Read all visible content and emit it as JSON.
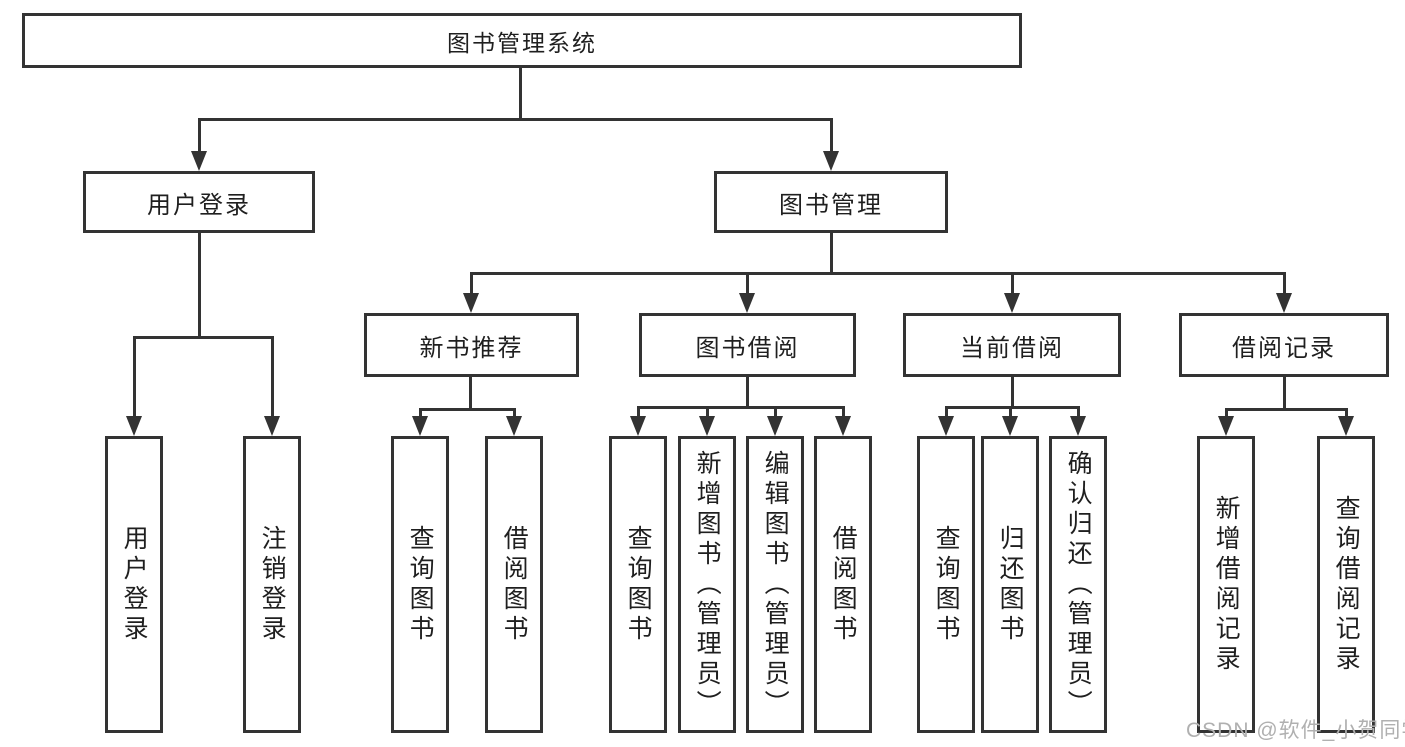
{
  "tree": {
    "root": {
      "label": "图书管理系统"
    },
    "branches": [
      {
        "label": "用户登录",
        "children": [
          {
            "label": "用户登录"
          },
          {
            "label": "注销登录"
          }
        ]
      },
      {
        "label": "图书管理",
        "children": [
          {
            "label": "新书推荐",
            "children": [
              {
                "label": "查询图书"
              },
              {
                "label": "借阅图书"
              }
            ]
          },
          {
            "label": "图书借阅",
            "children": [
              {
                "label": "查询图书"
              },
              {
                "label": "新增图书（管理员）"
              },
              {
                "label": "编辑图书（管理员）"
              },
              {
                "label": "借阅图书"
              }
            ]
          },
          {
            "label": "当前借阅",
            "children": [
              {
                "label": "查询图书"
              },
              {
                "label": "归还图书"
              },
              {
                "label": "确认归还（管理员）"
              }
            ]
          },
          {
            "label": "借阅记录",
            "children": [
              {
                "label": "新增借阅记录"
              },
              {
                "label": "查询借阅记录"
              }
            ]
          }
        ]
      }
    ]
  },
  "watermark": {
    "text": "CSDN @软件_小贺同学"
  },
  "colors": {
    "line": "#333333",
    "box_border": "#333333",
    "text": "#1f1f1f",
    "background": "#ffffff",
    "watermark": "#b0b0b0"
  }
}
